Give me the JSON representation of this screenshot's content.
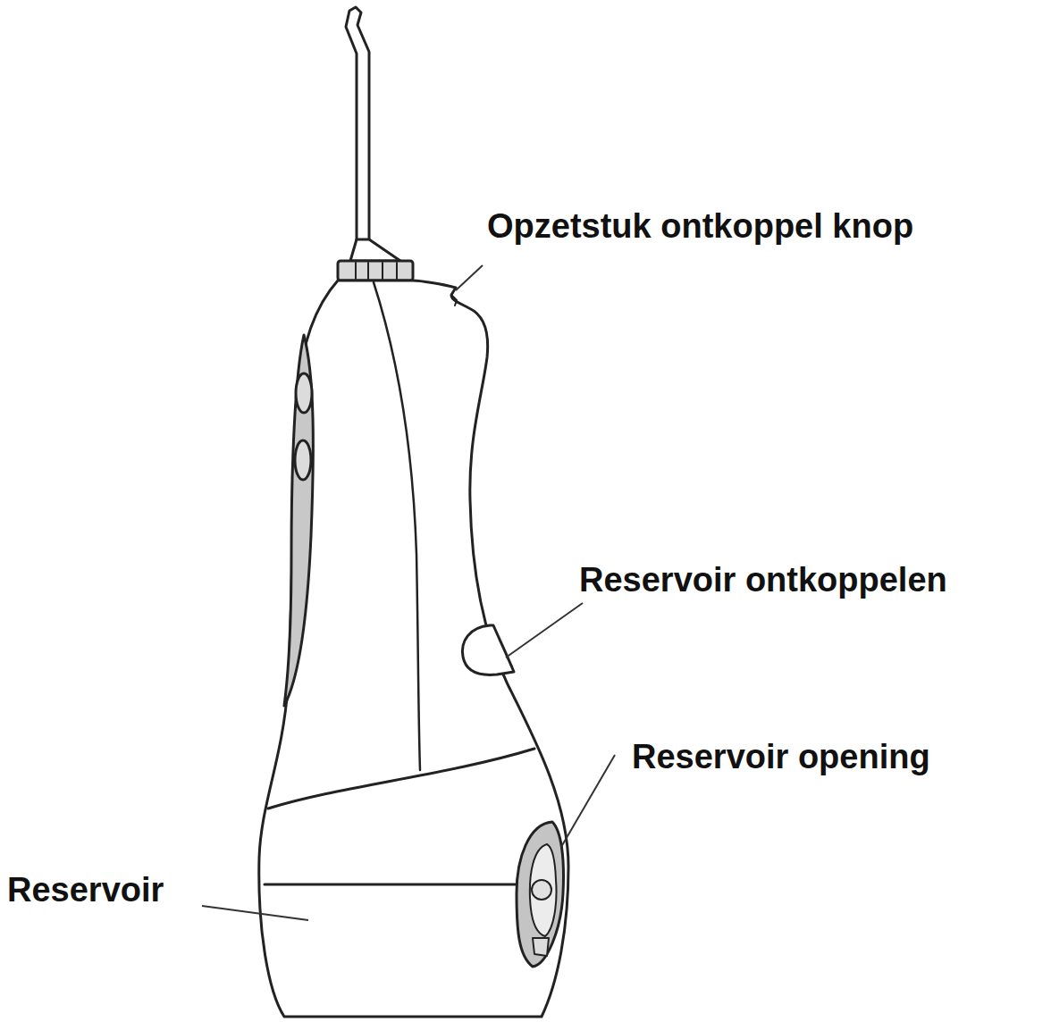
{
  "diagram": {
    "labels": [
      "Opzetstuk ontkoppel knop",
      "Reservoir ontkoppelen",
      "Reservoir opening",
      "Reservoir"
    ]
  }
}
